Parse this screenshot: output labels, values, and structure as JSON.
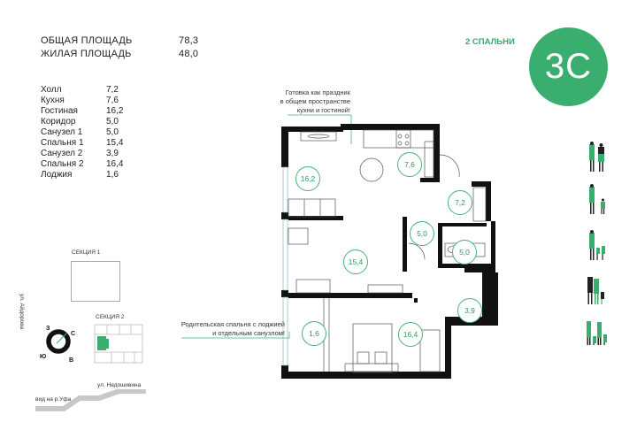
{
  "summary": {
    "total_area_label": "ОБЩАЯ ПЛОЩАДЬ",
    "total_area_value": "78,3",
    "living_area_label": "ЖИЛАЯ ПЛОЩАДЬ",
    "living_area_value": "48,0"
  },
  "unit": {
    "bedrooms_label": "2 СПАЛЬНИ",
    "code": "3С",
    "accent_color": "#3aae6e"
  },
  "rooms": [
    {
      "name": "Холл",
      "area": "7,2"
    },
    {
      "name": "Кухня",
      "area": "7,6"
    },
    {
      "name": "Гостиная",
      "area": "16,2"
    },
    {
      "name": "Коридор",
      "area": "5,0"
    },
    {
      "name": "Санузел 1",
      "area": "5,0"
    },
    {
      "name": "Спальня 1",
      "area": "15,4"
    },
    {
      "name": "Санузел 2",
      "area": "3,9"
    },
    {
      "name": "Спальня 2",
      "area": "16,4"
    },
    {
      "name": "Лоджия",
      "area": "1,6"
    }
  ],
  "plan_labels": {
    "living": "16,2",
    "kitchen": "7,6",
    "hall": "7,2",
    "corridor": "5,0",
    "bath1": "5,0",
    "bedroom1": "15,4",
    "bath2": "3,9",
    "bedroom2": "16,4",
    "loggia": "1,6"
  },
  "notes": {
    "kitchen_note_1": "Готовка как праздник",
    "kitchen_note_2": "в общем пространстве",
    "kitchen_note_3": "кухни и гостиной!",
    "bedroom_note_1": "Родительская спальня с лоджией",
    "bedroom_note_2": "и отдельным санузлом!"
  },
  "location": {
    "section1_label": "СЕКЦИЯ 1",
    "section2_label": "СЕКЦИЯ 2",
    "street_vertical": "ул. Айдорова",
    "street_bottom": "ул. Недошивина",
    "view_label": "вид на р.Уфа",
    "compass": {
      "north": "С",
      "west": "З",
      "south": "Ю",
      "east": "В"
    }
  },
  "family_icons": [
    "couple-icon",
    "parent-child-icon",
    "parent-two-children-icon",
    "family-three-children-icon",
    "large-family-icon"
  ]
}
